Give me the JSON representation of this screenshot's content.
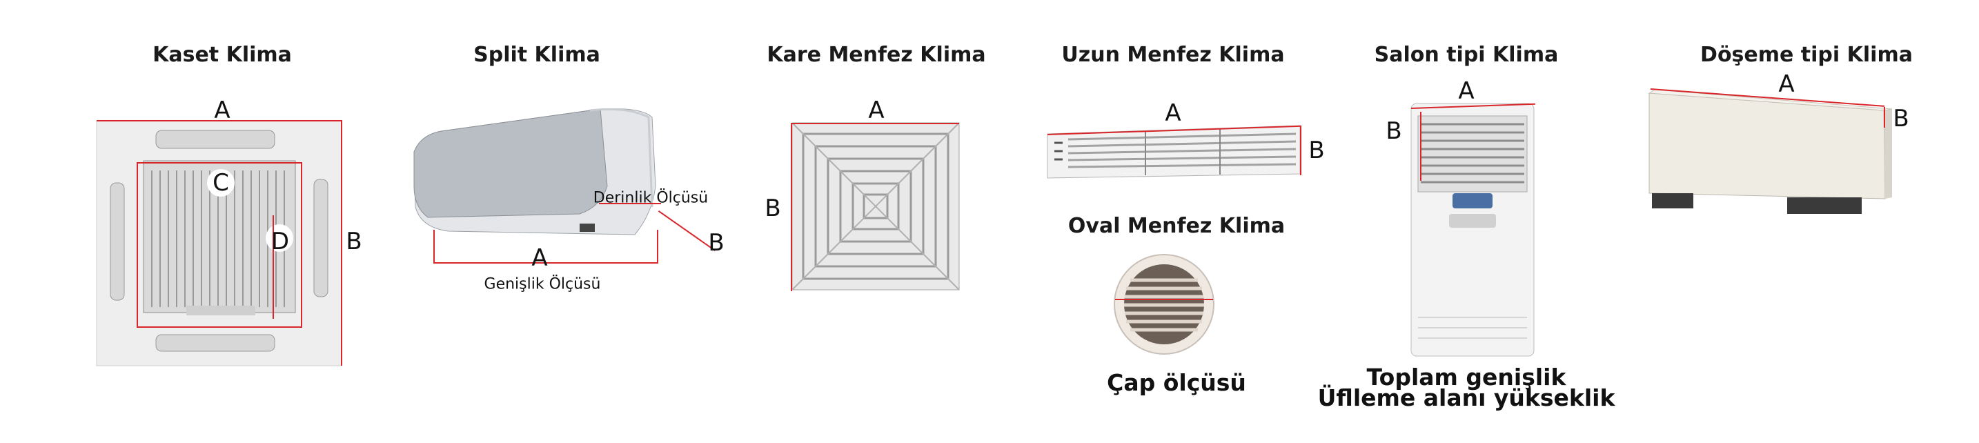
{
  "products": [
    {
      "title": "Kaset Klima",
      "labels": [
        "A",
        "B",
        "C",
        "D"
      ]
    },
    {
      "title": "Split Klima",
      "labels": [
        "A",
        "B"
      ],
      "notes": [
        "Derinlik Ölçüsü",
        "Genişlik Ölçüsü"
      ]
    },
    {
      "title": "Kare Menfez Klima",
      "labels": [
        "A",
        "B"
      ]
    },
    {
      "title": "Uzun Menfez Klima",
      "labels": [
        "A",
        "B"
      ]
    },
    {
      "title": "Oval Menfez Klima",
      "caption": "Çap ölçüsü"
    },
    {
      "title": "Salon tipi Klima",
      "labels": [
        "A",
        "B"
      ],
      "captions": [
        "Toplam genişlik",
        "Üflleme alanı yükseklik"
      ]
    },
    {
      "title": "Döşeme tipi Klima",
      "labels": [
        "A",
        "B"
      ]
    }
  ],
  "colors": {
    "measure": "#d9262a",
    "panel": "#efefef",
    "grille": "#dcdcdc"
  }
}
